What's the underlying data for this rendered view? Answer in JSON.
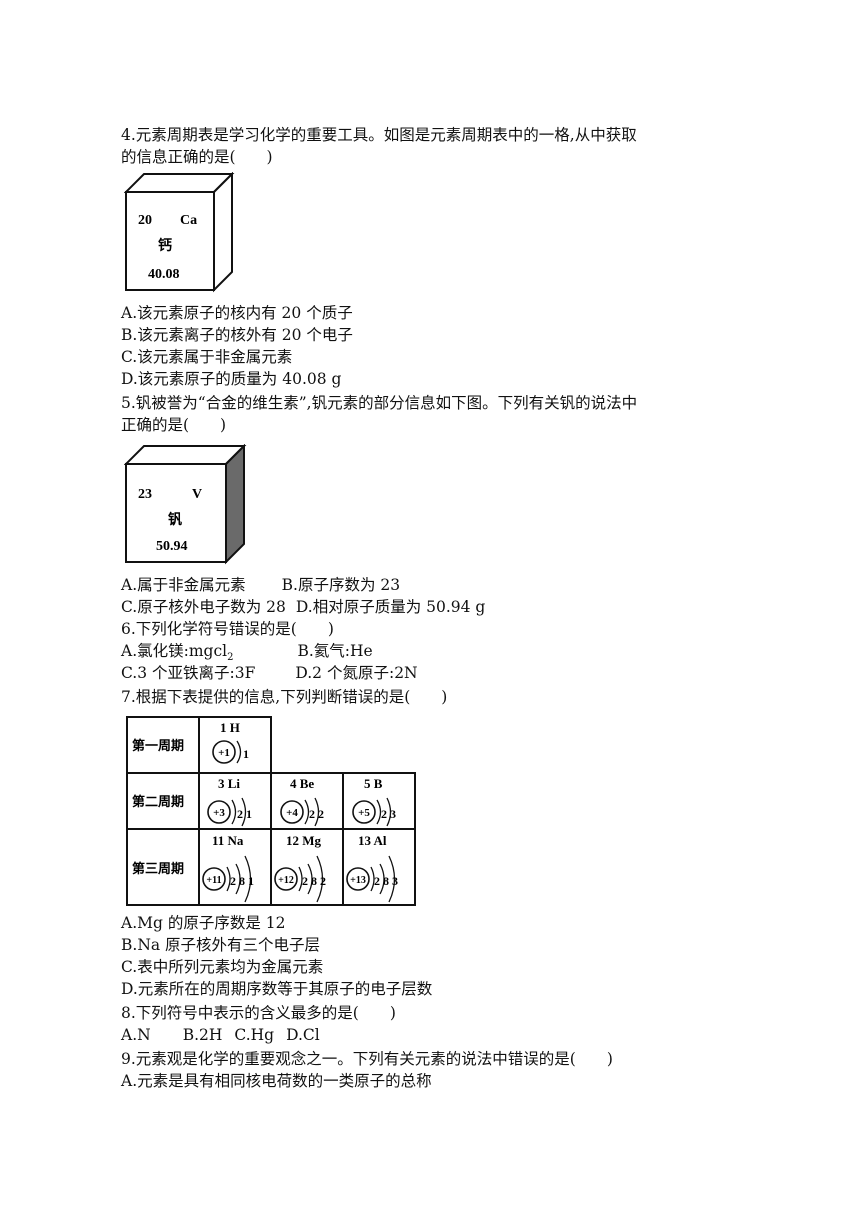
{
  "q4": {
    "stem_line1": "4.元素周期表是学习化学的重要工具。如图是元素周期表中的一格,从中获取",
    "stem_line2": "的信息正确的是(　　)",
    "tile": {
      "number": "20",
      "symbol": "Ca",
      "name": "钙",
      "mass": "40.08"
    },
    "options": [
      "A.该元素原子的核内有 20 个质子",
      "B.该元素离子的核外有 20 个电子",
      "C.该元素属于非金属元素",
      "D.该元素原子的质量为 40.08 g"
    ]
  },
  "q5": {
    "stem_line1": "5.钒被誉为“合金的维生素”,钒元素的部分信息如下图。下列有关钒的说法中",
    "stem_line2": "正确的是(　　)",
    "tile": {
      "number": "23",
      "symbol": "V",
      "name": "钒",
      "mass": "50.94"
    },
    "options_line1_a": "A.属于非金属元素",
    "options_line1_b": "B.原子序数为 23",
    "options_line2_c": "C.原子核外电子数为 28",
    "options_line2_d": "D.相对原子质量为 50.94 g"
  },
  "q6": {
    "stem": "6.下列化学符号错误的是(　　)",
    "opt_a_prefix": "A.氯化镁:mgcl",
    "opt_a_sub": "2",
    "opt_b": "B.氦气:He",
    "opt_c": "C.3 个亚铁离子:3F",
    "opt_d": "D.2 个氮原子:2N"
  },
  "q7": {
    "stem": "7.根据下表提供的信息,下列判断错误的是(　　)",
    "periods": [
      "第一周期",
      "第二周期",
      "第三周期"
    ],
    "elements": [
      {
        "label": "1 H",
        "nucleus": "+1",
        "shells": "1"
      },
      {
        "label": "3 Li",
        "nucleus": "+3",
        "shells": "2 1"
      },
      {
        "label": "4 Be",
        "nucleus": "+4",
        "shells": "2 2"
      },
      {
        "label": "5 B",
        "nucleus": "+5",
        "shells": "2 3"
      },
      {
        "label": "11 Na",
        "nucleus": "+11",
        "shells": "2 8 1"
      },
      {
        "label": "12 Mg",
        "nucleus": "+12",
        "shells": "2 8 2"
      },
      {
        "label": "13 Al",
        "nucleus": "+13",
        "shells": "2 8 3"
      }
    ],
    "options": [
      "A.Mg 的原子序数是 12",
      "B.Na 原子核外有三个电子层",
      "C.表中所列元素均为金属元素",
      "D.元素所在的周期序数等于其原子的电子层数"
    ]
  },
  "q8": {
    "stem": "8.下列符号中表示的含义最多的是(　　)",
    "opt_a": "A.N",
    "opt_b": "B.2H",
    "opt_c": "C.Hg",
    "opt_d": "D.Cl"
  },
  "q9": {
    "stem": "9.元素观是化学的重要观念之一。下列有关元素的说法中错误的是(　　)",
    "opt_a": "A.元素是具有相同核电荷数的一类原子的总称"
  }
}
